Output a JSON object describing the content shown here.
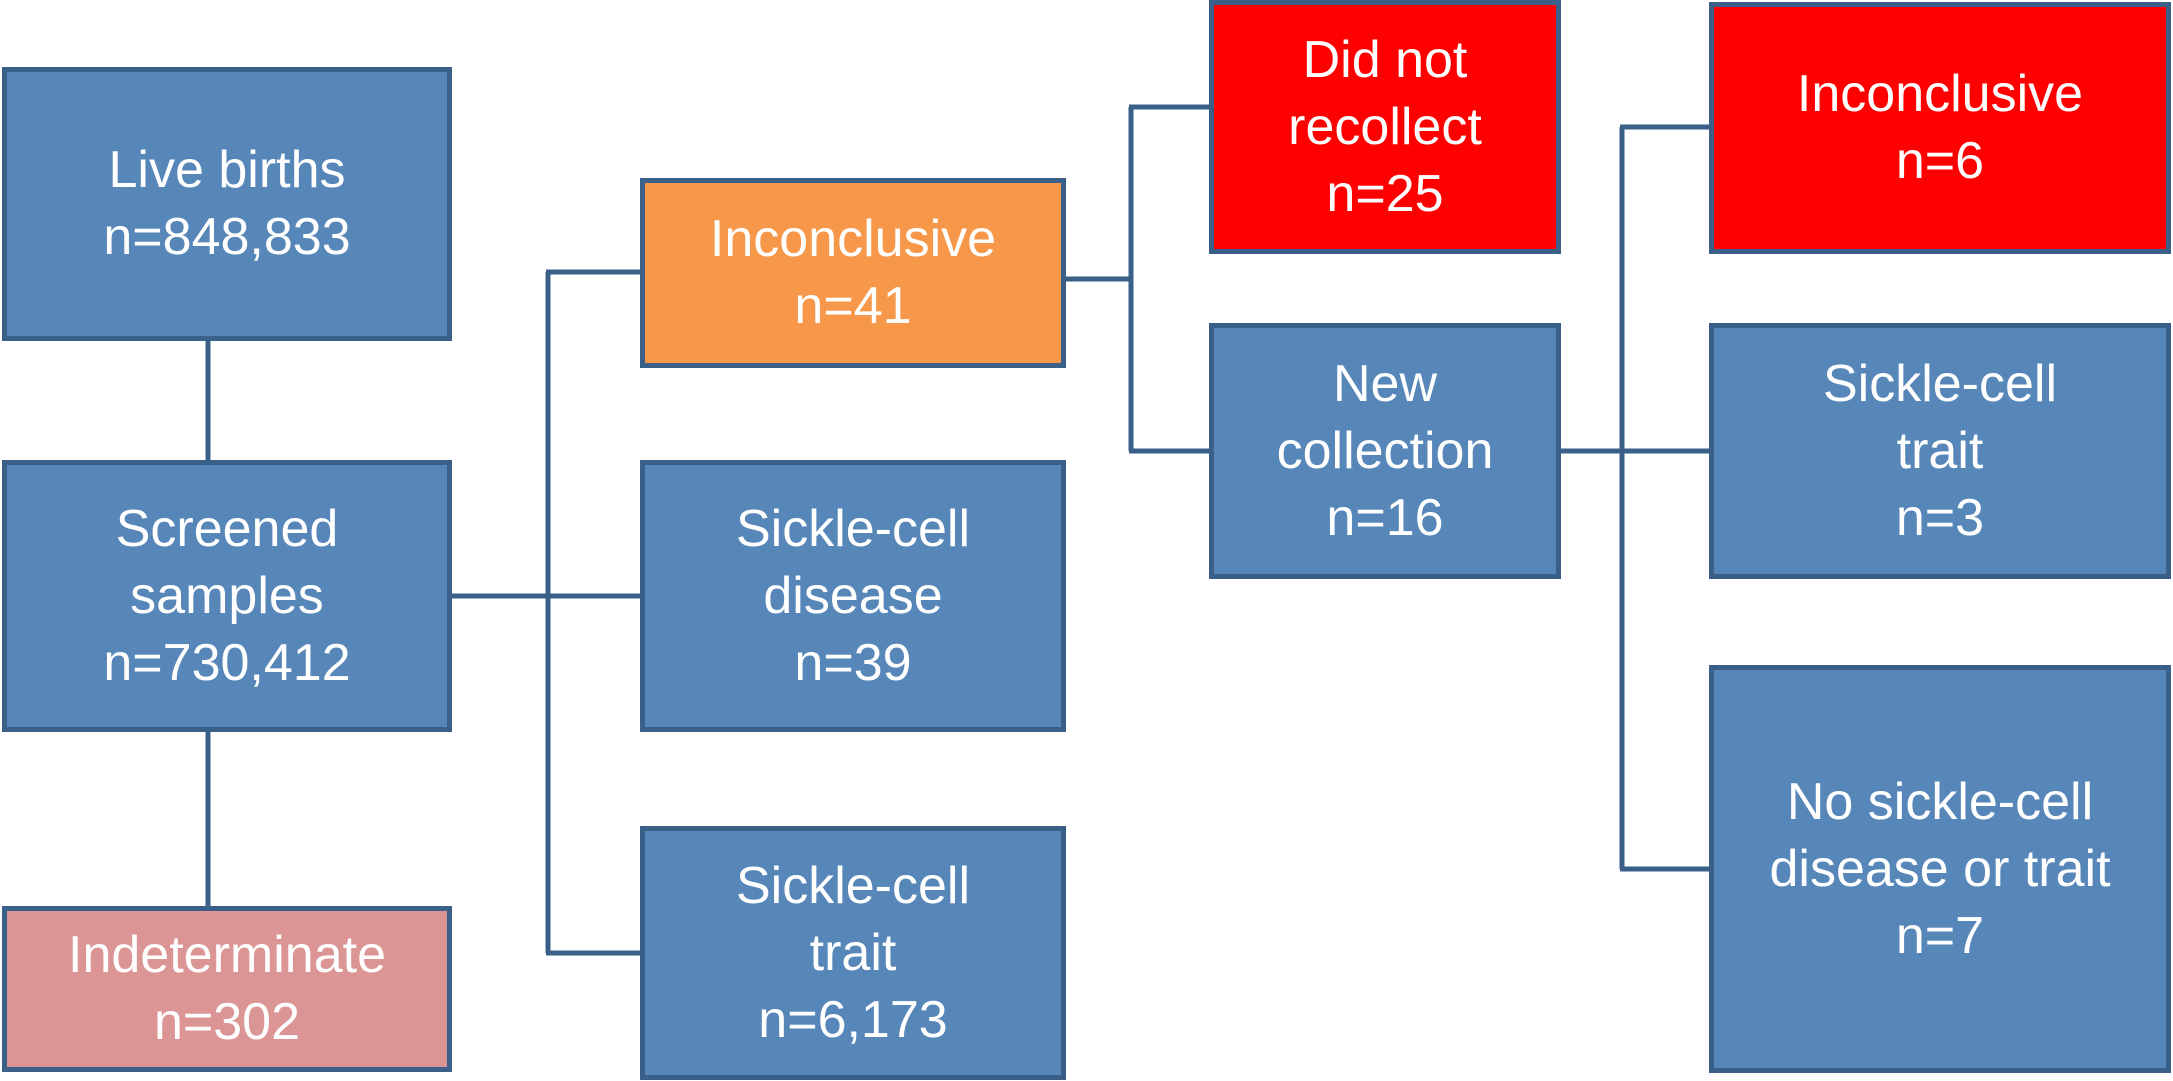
{
  "colors": {
    "blue": "#5787b9",
    "orange": "#f69749",
    "red": "#ff0000",
    "pink": "#dc9595",
    "border": "#3a5f88",
    "connector": "#3a5f88"
  },
  "nodes": {
    "live_births": {
      "line1": "Live births",
      "count": "n=848,833"
    },
    "screened": {
      "line1": "Screened",
      "line2": "samples",
      "count": "n=730,412"
    },
    "indeterminate": {
      "line1": "Indeterminate",
      "count": "n=302"
    },
    "inconclusive_1": {
      "line1": "Inconclusive",
      "count": "n=41"
    },
    "scd": {
      "line1": "Sickle-cell",
      "line2": "disease",
      "count": "n=39"
    },
    "sct": {
      "line1": "Sickle-cell",
      "line2": "trait",
      "count": "n=6,173"
    },
    "did_not_recollect": {
      "line1": "Did not",
      "line2": "recollect",
      "count": "n=25"
    },
    "new_collection": {
      "line1": "New",
      "line2": "collection",
      "count": "n=16"
    },
    "inconclusive_2": {
      "line1": "Inconclusive",
      "count": "n=6"
    },
    "sct_2": {
      "line1": "Sickle-cell",
      "line2": "trait",
      "count": "n=3"
    },
    "no_scd": {
      "line1": "No sickle-cell",
      "line2": "disease or trait",
      "count": "n=7"
    }
  }
}
